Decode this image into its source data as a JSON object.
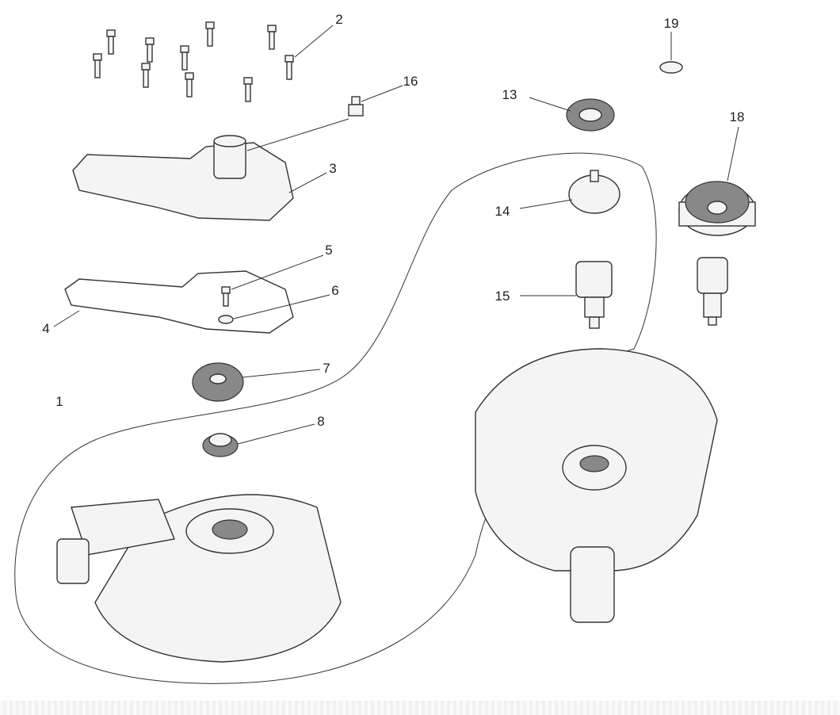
{
  "diagram": {
    "callouts": [
      {
        "id": "1",
        "label": "1"
      },
      {
        "id": "2",
        "label": "2"
      },
      {
        "id": "3",
        "label": "3"
      },
      {
        "id": "4",
        "label": "4"
      },
      {
        "id": "5",
        "label": "5"
      },
      {
        "id": "6",
        "label": "6"
      },
      {
        "id": "7",
        "label": "7"
      },
      {
        "id": "8",
        "label": "8"
      },
      {
        "id": "13",
        "label": "13"
      },
      {
        "id": "14",
        "label": "14"
      },
      {
        "id": "15",
        "label": "15"
      },
      {
        "id": "16",
        "label": "16"
      },
      {
        "id": "18",
        "label": "18"
      },
      {
        "id": "19",
        "label": "19"
      }
    ]
  }
}
